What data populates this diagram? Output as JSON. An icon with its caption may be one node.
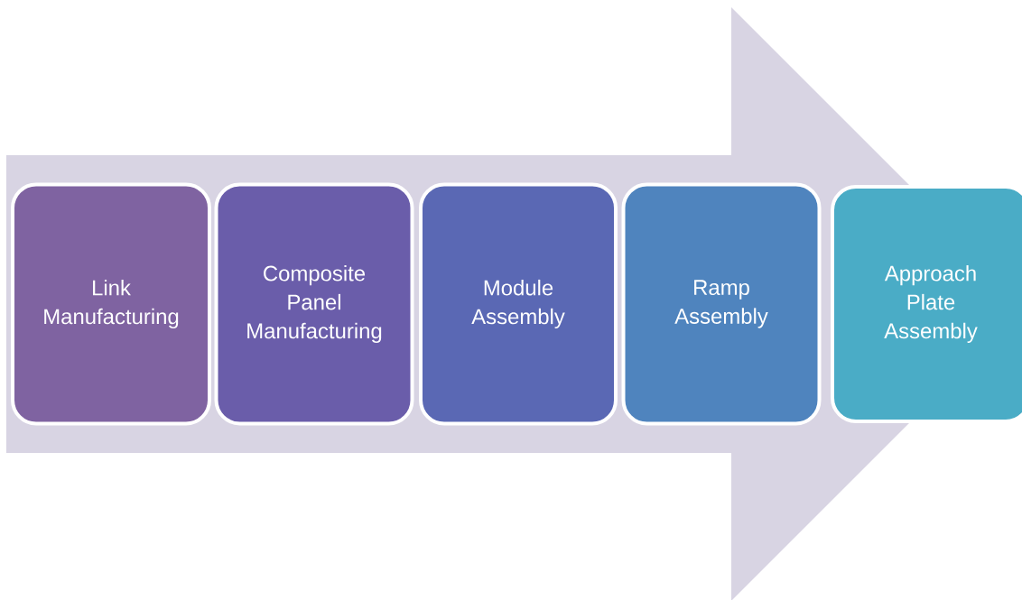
{
  "diagram": {
    "nodes": [
      {
        "text": [
          "Link Manufacturing"
        ]
      },
      {
        "text": [
          "Composite Panel Manufacturing"
        ]
      },
      {
        "text": [
          "Module Assembly"
        ]
      },
      {
        "text": [
          "Ramp Assembly"
        ]
      },
      {
        "text": [
          "Approach Plate Assembly"
        ]
      }
    ],
    "edges": [
      {
        "from": 0,
        "to": 4,
        "arrow": "to"
      }
    ]
  }
}
